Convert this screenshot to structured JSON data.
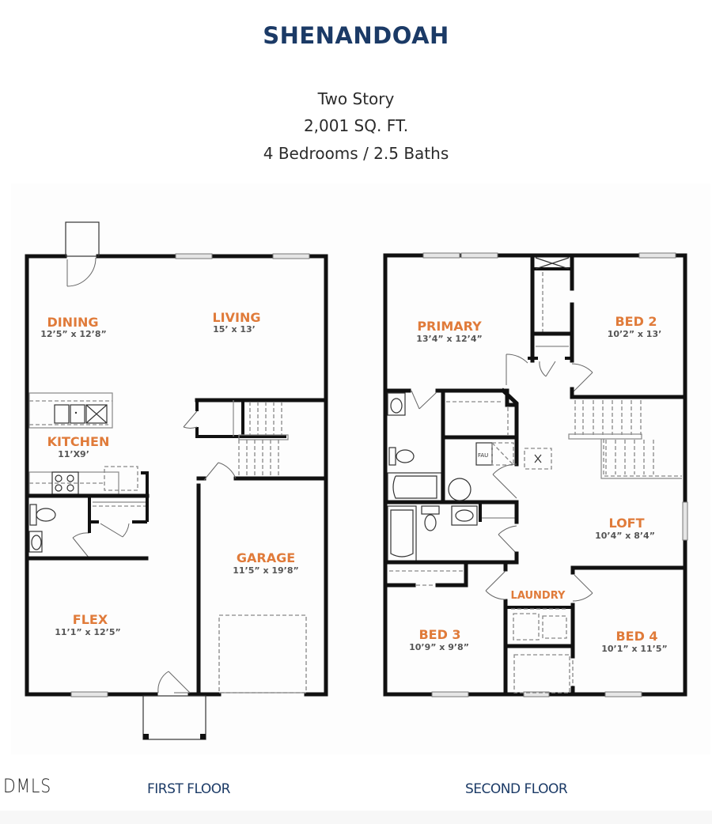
{
  "header": {
    "title": "SHENANDOAH",
    "stories": "Two Story",
    "square_feet": "2,001 SQ. FT.",
    "beds_baths": "4 Bedrooms / 2.5 Baths"
  },
  "colors": {
    "title": "#1b3a66",
    "room_name": "#e07b3a",
    "room_dims": "#555555",
    "walls": "#111111"
  },
  "first_floor": {
    "label": "FIRST FLOOR",
    "rooms": [
      {
        "name": "DINING",
        "dims": "12’5” x 12’8”"
      },
      {
        "name": "LIVING",
        "dims": "15’ x 13’"
      },
      {
        "name": "KITCHEN",
        "dims": "11’X9’"
      },
      {
        "name": "GARAGE",
        "dims": "11’5” x 19’8”"
      },
      {
        "name": "FLEX",
        "dims": "11’1” x 12’5”"
      }
    ]
  },
  "second_floor": {
    "label": "SECOND FLOOR",
    "rooms": [
      {
        "name": "PRIMARY",
        "dims": "13’4” x 12’4”"
      },
      {
        "name": "BED 2",
        "dims": "10’2” x 13’"
      },
      {
        "name": "LOFT",
        "dims": "10’4” x 8’4”"
      },
      {
        "name": "LAUNDRY",
        "dims": ""
      },
      {
        "name": "BED 3",
        "dims": "10’9” x 9’8”"
      },
      {
        "name": "BED 4",
        "dims": "10’1” x 11’5”"
      }
    ],
    "fixtures": {
      "fau": "FAU"
    }
  },
  "watermark": "DMLS"
}
